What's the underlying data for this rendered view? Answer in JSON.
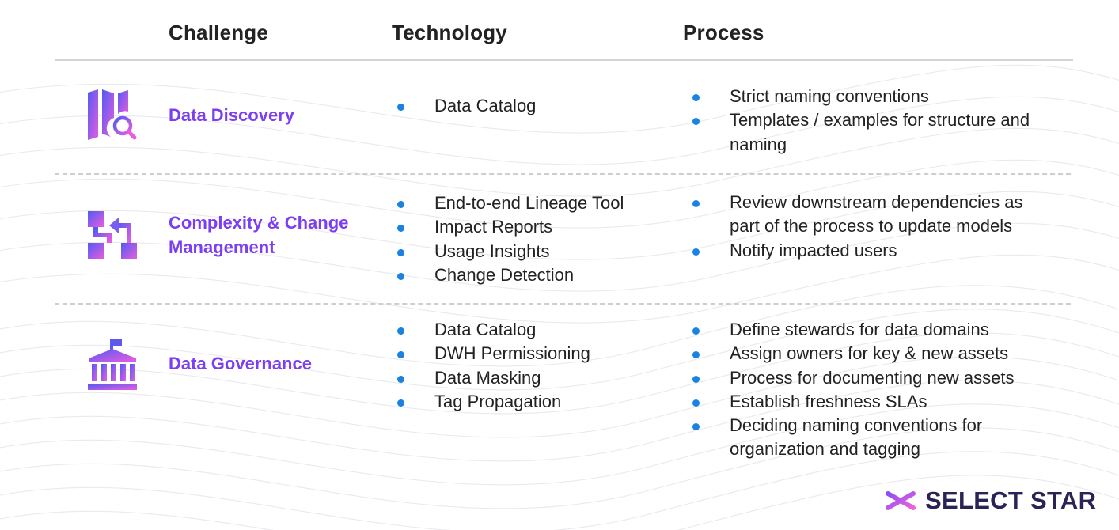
{
  "headers": {
    "challenge": "Challenge",
    "technology": "Technology",
    "process": "Process"
  },
  "rows": [
    {
      "icon": "map-search-icon",
      "title": "Data Discovery",
      "technology": [
        "Data Catalog"
      ],
      "process": [
        "Strict naming conventions",
        "Templates / examples for structure and naming"
      ]
    },
    {
      "icon": "change-flow-icon",
      "title": "Complexity & Change Management",
      "technology": [
        "End-to-end Lineage Tool",
        "Impact Reports",
        "Usage Insights",
        "Change Detection"
      ],
      "process": [
        "Review downstream dependencies as part of the process to update models",
        "Notify impacted users"
      ]
    },
    {
      "icon": "institution-flag-icon",
      "title": "Data Governance",
      "technology": [
        "Data Catalog",
        "DWH Permissioning",
        "Data Masking",
        "Tag Propagation"
      ],
      "process": [
        "Define stewards for data domains",
        "Assign owners for key & new  assets",
        "Process for documenting new assets",
        "Establish freshness SLAs",
        "Deciding naming conventions for organization and tagging"
      ]
    }
  ],
  "logo": {
    "icon": "asterisk-star-icon",
    "text": "SELECT STAR"
  },
  "colors": {
    "title_purple": "#7b3ef0",
    "bullet_blue": "#1a82e2",
    "icon_gradient_start": "#4f5bf2",
    "icon_gradient_end": "#e85ce0",
    "logo_text": "#2a2456"
  }
}
